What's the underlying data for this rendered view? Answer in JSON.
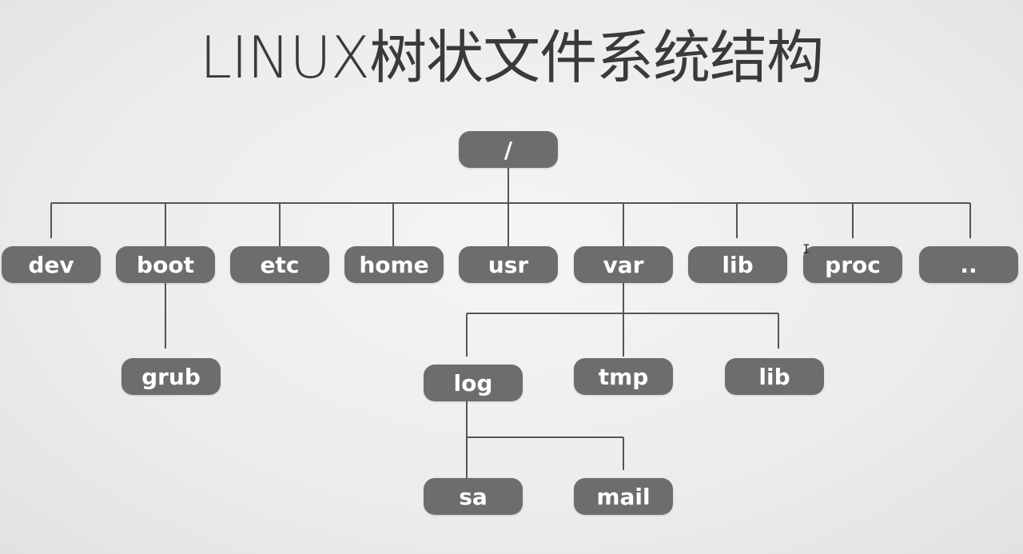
{
  "title": "LINUX树状文件系统结构",
  "nodes": {
    "root": "/",
    "dev": "dev",
    "boot": "boot",
    "etc": "etc",
    "home": "home",
    "usr": "usr",
    "var": "var",
    "lib": "lib",
    "proc": "proc",
    "more": "..",
    "grub": "grub",
    "log": "log",
    "tmp": "tmp",
    "var_lib": "lib",
    "sa": "sa",
    "mail": "mail"
  },
  "colors": {
    "node": "#6d6d6d",
    "node_text": "#ffffff",
    "line": "#555555",
    "title": "#3a3a3a"
  }
}
